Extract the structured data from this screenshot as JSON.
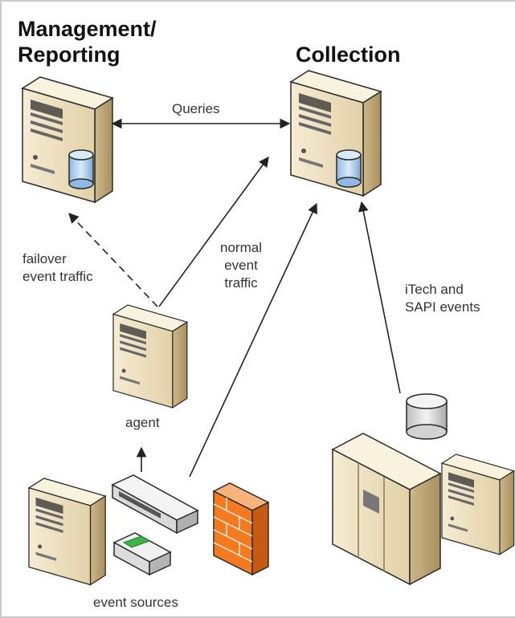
{
  "headings": {
    "management": "Management/\nReporting",
    "collection": "Collection"
  },
  "labels": {
    "queries": "Queries",
    "failover": "failover\nevent traffic",
    "normal": "normal\nevent\ntraffic",
    "itech": "iTech and\nSAPI events",
    "agent": "agent",
    "event_sources": "event sources"
  },
  "colors": {
    "server_front": "#efe3c6",
    "server_side": "#c9b487",
    "server_top": "#f8f0dc",
    "database": "#bcd7f0",
    "firewall": "#f47a20",
    "arrow": "#222222"
  }
}
